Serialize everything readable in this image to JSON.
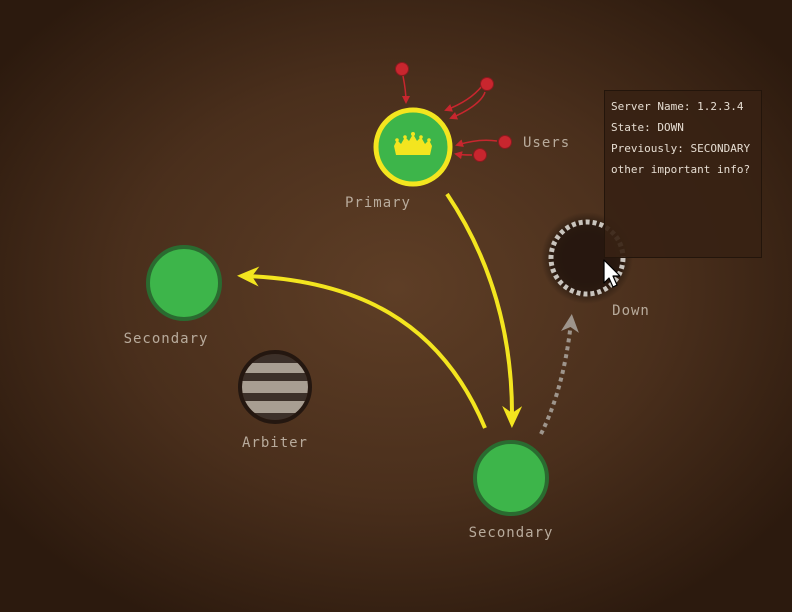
{
  "colors": {
    "primary_ring": "#f3e51f",
    "node_green": "#3db54a",
    "node_green_ring": "#2a6b30",
    "arrow_yellow": "#f3e51f",
    "user_dot": "#c8262e",
    "down_ring": "#c9c4bd",
    "label_text": "#b8ab9c"
  },
  "nodes": {
    "primary": {
      "label": "Primary",
      "icon": "crown-icon"
    },
    "secondary_left": {
      "label": "Secondary"
    },
    "arbiter": {
      "label": "Arbiter"
    },
    "secondary_bottom": {
      "label": "Secondary"
    },
    "down": {
      "label": "Down"
    }
  },
  "users": {
    "label": "Users"
  },
  "info_panel": {
    "server_name": "Server Name: 1.2.3.4",
    "state": "State: DOWN",
    "previously": "Previously: SECONDARY",
    "other": "other important info?"
  }
}
